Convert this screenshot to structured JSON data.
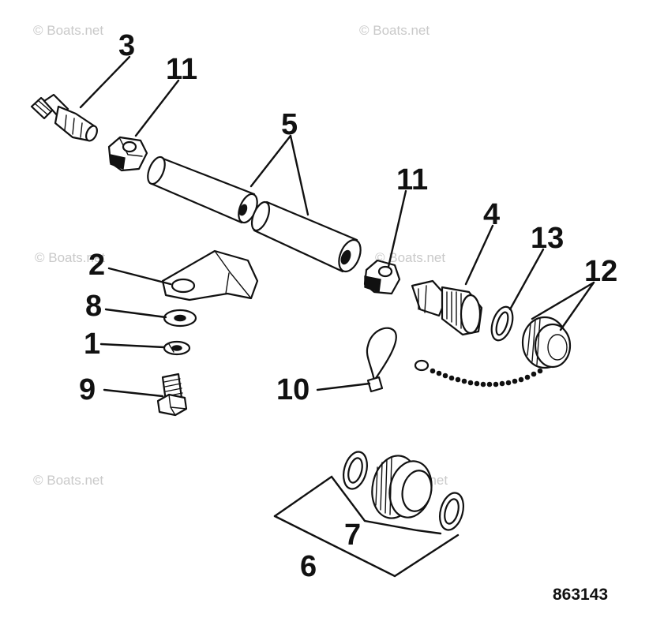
{
  "figure_number": "863143",
  "watermarks": [
    "© Boats.net",
    "© Boats.net",
    "© Boats.net",
    "© Boats.net",
    "© Boats.net"
  ],
  "callouts": {
    "c3": "3",
    "c11a": "11",
    "c5": "5",
    "c11b": "11",
    "c4": "4",
    "c13": "13",
    "c12": "12",
    "c2": "2",
    "c8": "8",
    "c1": "1",
    "c9": "9",
    "c10": "10",
    "c7": "7",
    "c6": "6"
  }
}
